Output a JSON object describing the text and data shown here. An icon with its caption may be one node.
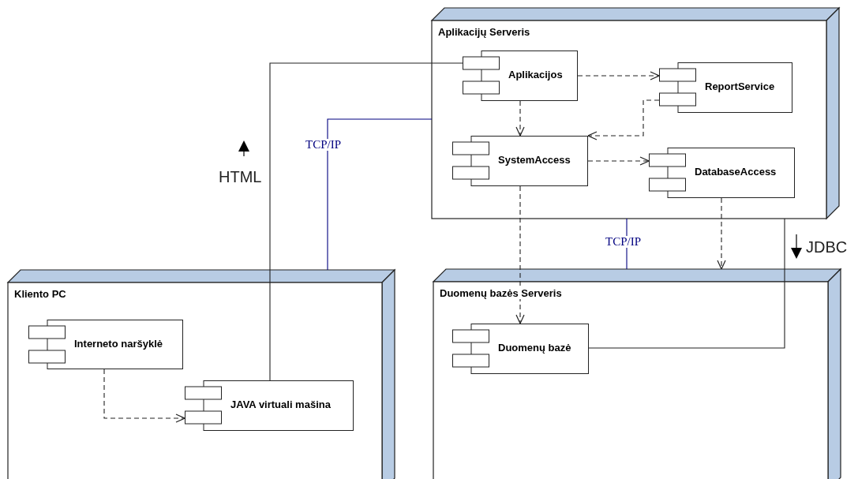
{
  "diagram": {
    "nodes": [
      {
        "text": [
          "Aplikacijų Serveris"
        ]
      },
      {
        "text": [
          "Aplikacijos"
        ],
        "in": 0
      },
      {
        "text": [
          "ReportService"
        ],
        "in": 0
      },
      {
        "text": [
          "SystemAccess"
        ],
        "in": 0
      },
      {
        "text": [
          "DatabaseAccess"
        ],
        "in": 0
      },
      {
        "text": [
          "Kliento PC"
        ]
      },
      {
        "text": [
          "Interneto naršyklė"
        ],
        "in": 5
      },
      {
        "text": [
          "JAVA virtuali mašina"
        ],
        "in": 5
      },
      {
        "text": [
          "Duomenų bazės Serveris"
        ]
      },
      {
        "text": [
          "Duomenų bazė"
        ],
        "in": 8
      }
    ],
    "edges": [
      {
        "from": 1,
        "to": 2,
        "arrow": "to",
        "style": "dashed"
      },
      {
        "from": 1,
        "to": 3,
        "arrow": "to",
        "style": "dashed"
      },
      {
        "from": 2,
        "to": 3,
        "arrow": "to",
        "style": "dashed"
      },
      {
        "from": 3,
        "to": 4,
        "arrow": "to",
        "style": "dashed"
      },
      {
        "from": 3,
        "to": 9,
        "arrow": "to",
        "style": "dashed"
      },
      {
        "from": 4,
        "to": 8,
        "arrow": "to",
        "style": "dashed"
      },
      {
        "from": 6,
        "to": 7,
        "arrow": "to",
        "style": "dashed"
      },
      {
        "from": 7,
        "to": 1,
        "arrow": "none",
        "label": "HTML"
      },
      {
        "from": 5,
        "to": 0,
        "arrow": "none",
        "label": "TCP/IP",
        "color": "#000080"
      },
      {
        "from": 0,
        "to": 8,
        "arrow": "none",
        "label": "TCP/IP",
        "color": "#000080"
      },
      {
        "from": 9,
        "to": 0,
        "arrow": "none",
        "label": "JDBC"
      }
    ]
  }
}
